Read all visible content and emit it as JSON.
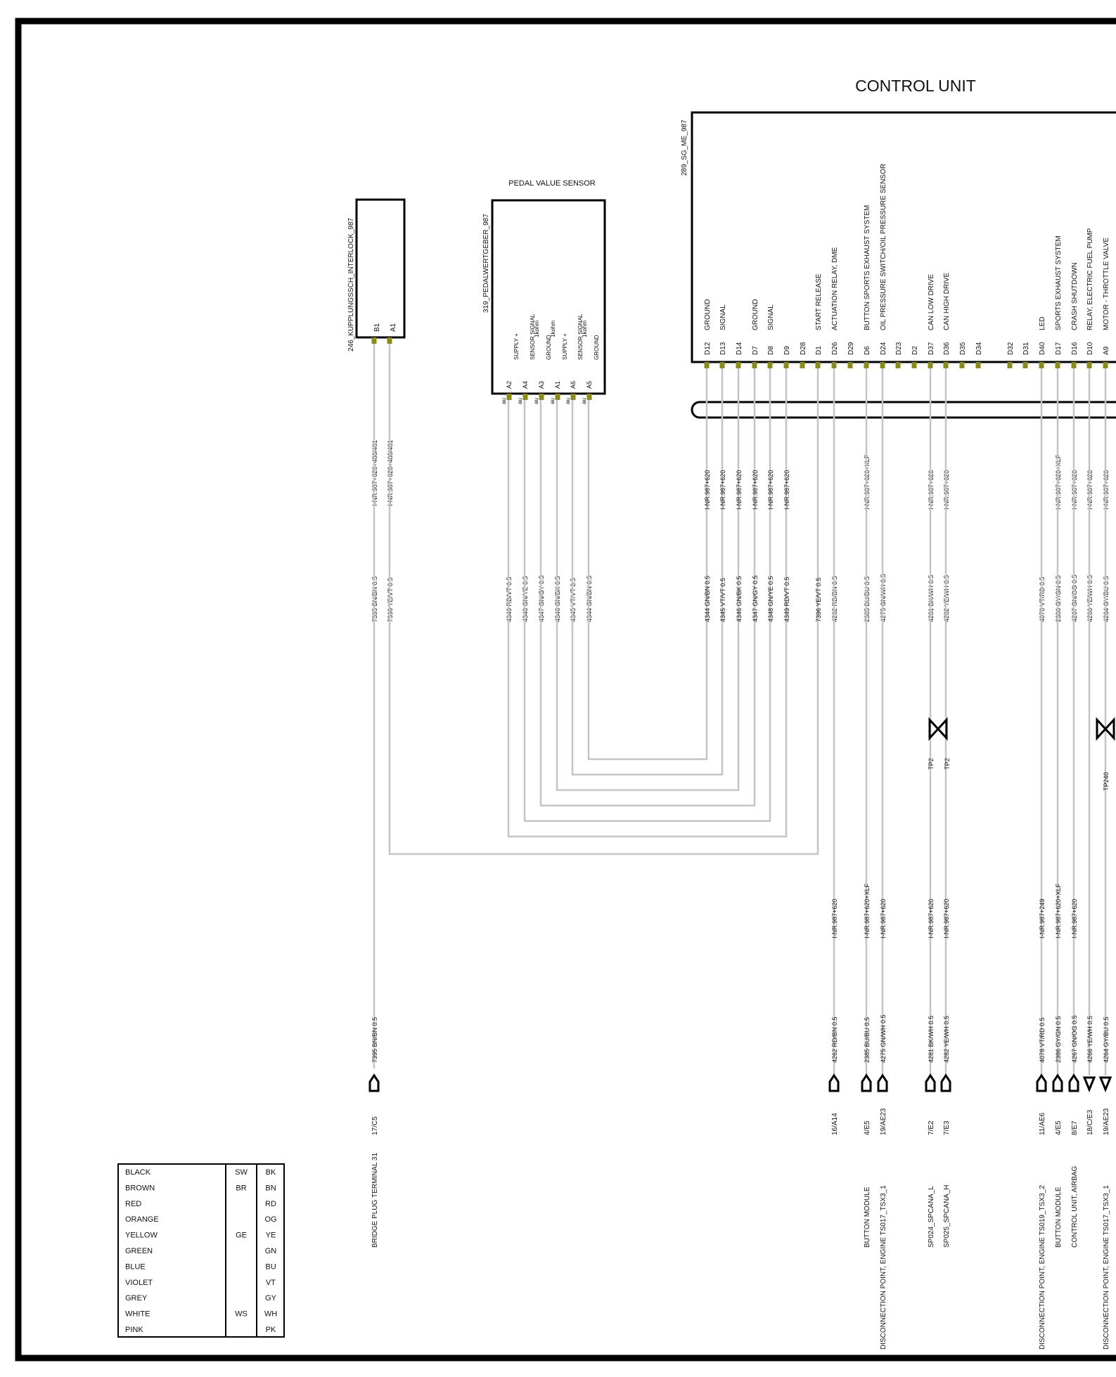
{
  "title": "CONTROL UNIT",
  "colors": {
    "wire": "#c4c4c4",
    "line": "#000000",
    "pin": "#8a8a1e"
  },
  "components": {
    "interlock": {
      "id": "246_KUPPLUNGSSCH_INTERLOCK_987",
      "pins": [
        "B1",
        "A1"
      ]
    },
    "pedal": {
      "title": "PEDAL VALUE SENSOR",
      "id": "319_PEDALWERTGEBER_987",
      "pins": [
        "A2",
        "A4",
        "A3",
        "A1",
        "A6",
        "A5"
      ],
      "funcs": [
        "SUPPLY +",
        "SENSOR SIGNAL",
        "GROUND",
        "SUPPLY +",
        "SENSOR SIGNAL",
        "GROUND"
      ],
      "notes": [
        "1kohm",
        "1kohm",
        "1kohm"
      ],
      "pin_tag": "au"
    },
    "ecu": {
      "id": "289_SG_ME_987",
      "pins": [
        "D12",
        "D13",
        "D14",
        "D7",
        "D8",
        "D9",
        "D28",
        "D1",
        "D26",
        "D29",
        "D6",
        "D24",
        "D23",
        "D2",
        "D37",
        "D36",
        "D35",
        "D34",
        "D32",
        "D31",
        "D40",
        "D17",
        "D16",
        "D10",
        "A9"
      ],
      "funcs": [
        "GROUND",
        "SIGNAL",
        "",
        "GROUND",
        "SIGNAL",
        "",
        "",
        "START RELEASE",
        "ACTUATION RELAY, DME",
        "",
        "BUTTON SPORTS EXHAUST SYSTEM",
        "OIL PRESSURE SWITCH/OIL PRESSURE SENSOR",
        "",
        "",
        "CAN LOW DRIVE",
        "CAN HIGH DRIVE",
        "",
        "",
        "",
        "",
        "LED",
        "SPORTS EXHAUST SYSTEM",
        "CRASH SHUTDOWN",
        "RELAY, ELECTRIC FUEL PUMP",
        "MOTOR - THROTTLE VALVE"
      ]
    }
  },
  "wires": {
    "interlock": [
      {
        "mark": "I-NR.987+620+480/481",
        "label": "7395 BN/BN 0.5"
      },
      {
        "mark": "I-NR.987+620+480/481",
        "label": "7396 YE/VT 0.5"
      }
    ],
    "pedal": [
      "4349 RD/VT 0.5",
      "4348 GN/YE 0.5",
      "4347 GN/GY 0.5",
      "4346 GN/BK 0.5",
      "4345 VT/VT 0.5",
      "4344 GN/BN 0.5"
    ],
    "ecu": [
      {
        "mark": "I-NR.987+620",
        "label": "4344 GN/BN 0.5"
      },
      {
        "mark": "I-NR.987+620",
        "label": "4345 VT/VT 0.5"
      },
      {
        "mark": "I-NR.987+620",
        "label": "4346 GN/BK 0.5"
      },
      {
        "mark": "I-NR.987+620",
        "label": "4347 GN/GY 0.5"
      },
      {
        "mark": "I-NR.987+620",
        "label": "4348 GN/YE 0.5"
      },
      {
        "mark": "I-NR.987+620",
        "label": "4349 RD/VT 0.5"
      },
      {
        "mark": "",
        "label": "7396 YE/VT 0.5"
      },
      {
        "mark": "",
        "label": "4262 RD/BN 0.5"
      },
      {
        "mark": "I-NR.987+620+XLF",
        "label": "2385 BU/BU 0.5"
      },
      {
        "mark": "",
        "label": "4275 GN/WH 0.5"
      },
      {
        "mark": "I-NR.987+620",
        "label": "4281 BK/WH 0.5"
      },
      {
        "mark": "I-NR.987+620",
        "label": "4282 YE/WH 0.5"
      },
      {
        "mark": "",
        "label": "4078 VT/RD 0.5"
      },
      {
        "mark": "I-NR.987+620+XLF",
        "label": "2386 GY/GN 0.5"
      },
      {
        "mark": "I-NR.987+620",
        "label": "4267 GN/OG 0.5"
      },
      {
        "mark": "I-NR.987+620",
        "label": "4266 YE/WH 0.5"
      },
      {
        "mark": "I-NR.987+620",
        "label": "4264 GY/BU 0.5"
      }
    ]
  },
  "test_points": [
    "TP2",
    "TP2",
    "TP240"
  ],
  "lower": [
    {
      "mark": "",
      "label": "7395 BN/BN 0.5",
      "ref": "17/C5",
      "dest": "BRIDGE PLUG   TERMINAL 31"
    },
    {
      "mark": "I-NR.987+620",
      "label": "4262 RD/BN 0.5",
      "ref": "16/A14",
      "dest": ""
    },
    {
      "mark": "I-NR.987+620+XLF",
      "label": "2385 BU/BU 0.5",
      "ref": "4/E5",
      "dest": "BUTTON MODULE"
    },
    {
      "mark": "I-NR.987+620",
      "label": "4275 GN/WH 0.5",
      "ref": "19/AE23",
      "dest": "DISCONNECTION POINT, ENGINE TS017_TSX3_1"
    },
    {
      "mark": "I-NR.987+620",
      "label": "4281 BK/WH 0.5",
      "ref": "7/E2",
      "dest": "SP024_SPCANA_L"
    },
    {
      "mark": "I-NR.987+620",
      "label": "4282 YE/WH 0.5",
      "ref": "7/E3",
      "dest": "SP025_SPCANA_H"
    },
    {
      "mark": "I-NR.987+249",
      "label": "4078 VT/RD 0.5",
      "ref": "11/AE6",
      "dest": "DISCONNECTION POINT, ENGINE TS019_TSX3_2"
    },
    {
      "mark": "I-NR.987+620+XLF",
      "label": "2386 GY/GN 0.5",
      "ref": "4/E5",
      "dest": "BUTTON MODULE"
    },
    {
      "mark": "I-NR.987+620",
      "label": "4267 GN/OG 0.5",
      "ref": "8/E7",
      "dest": "CONTROL UNIT, AIRBAG"
    },
    {
      "mark": "",
      "label": "4266 YE/WH 0.5",
      "ref": "18/C/E3",
      "dest": ""
    },
    {
      "mark": "",
      "label": "4264 GY/BU 0.5",
      "ref": "19/AE23",
      "dest": "DISCONNECTION POINT, ENGINE TS017_TSX3_1"
    }
  ],
  "legend": {
    "rows": [
      {
        "name": "BLACK",
        "de": "SW",
        "code": "BK"
      },
      {
        "name": "BROWN",
        "de": "BR",
        "code": "BN"
      },
      {
        "name": "RED",
        "de": "",
        "code": "RD"
      },
      {
        "name": "ORANGE",
        "de": "",
        "code": "OG"
      },
      {
        "name": "YELLOW",
        "de": "GE",
        "code": "YE"
      },
      {
        "name": "GREEN",
        "de": "",
        "code": "GN"
      },
      {
        "name": "BLUE",
        "de": "",
        "code": "BU"
      },
      {
        "name": "VIOLET",
        "de": "",
        "code": "VT"
      },
      {
        "name": "GREY",
        "de": "",
        "code": "GY"
      },
      {
        "name": "WHITE",
        "de": "WS",
        "code": "WH"
      },
      {
        "name": "PINK",
        "de": "",
        "code": "PK"
      }
    ]
  }
}
